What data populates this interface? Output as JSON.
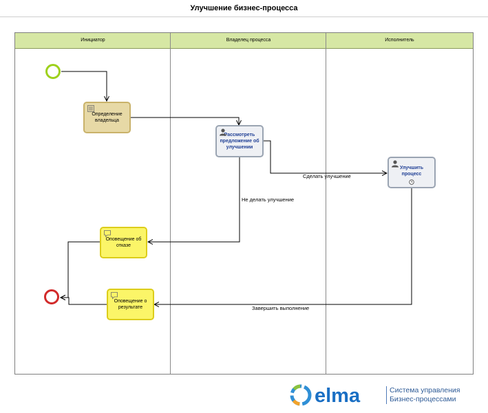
{
  "title": "Улучшение бизнес-процесса",
  "lanes": [
    "Инициатор",
    "Владелец процесса",
    "Исполнитель"
  ],
  "tasks": {
    "define_owner": "Определение владельца",
    "review_proposal": "Рассмотреть предложение об улучшении",
    "improve_process": "Улучшить процесс",
    "reject_notice": "Оповещение об отказе",
    "result_notice": "Оповещение о результате"
  },
  "flows": {
    "do_improvement": "Сделать улучшение",
    "no_improvement": "Не делать улучшение",
    "finish": "Завершить выполнение"
  },
  "branding": {
    "logo_text": "elma",
    "line1": "Система управления",
    "line2": "Бизнес-процессами"
  },
  "colors": {
    "lane_header": "#d6e7a4",
    "start_event": "#9ed11c",
    "end_event": "#d22a2a",
    "user_task_text": "#1f3f95",
    "notification_task": "#fbf568",
    "script_task": "#e7d9a6"
  },
  "icons": {
    "script_task": "scroll-icon",
    "user_task": "user-icon",
    "notification_task": "message-icon",
    "timer": "clock-icon"
  }
}
